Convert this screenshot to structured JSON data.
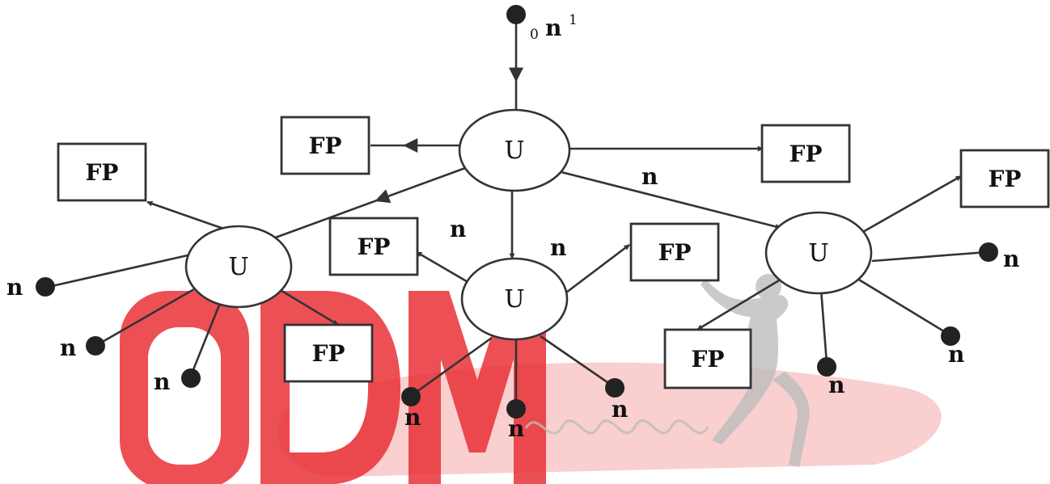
{
  "colors": {
    "stroke": "#333333",
    "dot": "#222222",
    "watermark_red": "#e8262c",
    "watermark_pink": "#f2a7a7",
    "watermark_gray": "#b9b9b9"
  },
  "diagram": {
    "input_label_sub": "0",
    "input_label_main": "n",
    "input_label_sup": "1",
    "nodes": [
      {
        "id": "u0",
        "label": "U"
      },
      {
        "id": "u1",
        "label": "U"
      },
      {
        "id": "u2",
        "label": "U"
      },
      {
        "id": "u3",
        "label": "U"
      }
    ],
    "fp_label": "FP",
    "n_label": "n"
  },
  "watermark": {
    "text": "ODM",
    "icon": "dancer-figure-icon"
  }
}
